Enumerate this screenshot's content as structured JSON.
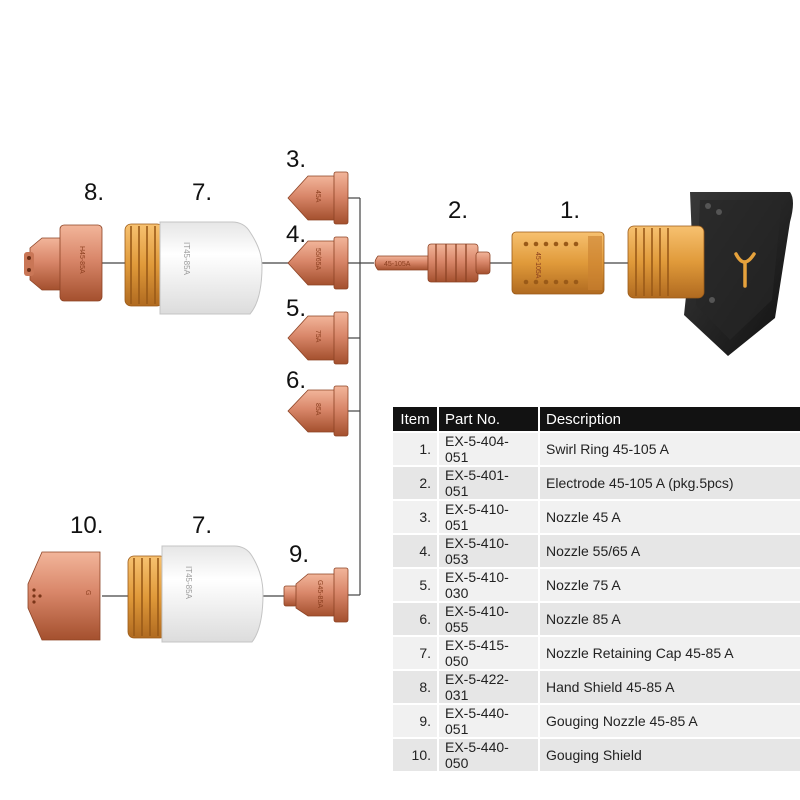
{
  "callouts": [
    "1.",
    "2.",
    "3.",
    "4.",
    "5.",
    "6.",
    "7.",
    "7.",
    "8.",
    "9.",
    "10."
  ],
  "engravings": {
    "hand_shield": "H45-85A",
    "retaining_cap_top": "IT45-85A",
    "retaining_cap_bottom": "IT45-85A",
    "nozzle_3": "45A",
    "nozzle_4": "55/65A",
    "nozzle_5": "75A",
    "nozzle_6": "85A",
    "electrode": "45-105A",
    "swirl_ring": "45-105A",
    "gouging_nozzle": "G45-85A",
    "gouging_shield": "G"
  },
  "table": {
    "headers": [
      "Item",
      "Part No.",
      "Description"
    ],
    "rows": [
      {
        "item": "1.",
        "part_no": "EX-5-404-051",
        "description": "Swirl Ring 45-105 A"
      },
      {
        "item": "2.",
        "part_no": "EX-5-401-051",
        "description": "Electrode 45-105 A (pkg.5pcs)"
      },
      {
        "item": "3.",
        "part_no": "EX-5-410-051",
        "description": "Nozzle 45 A"
      },
      {
        "item": "4.",
        "part_no": "EX-5-410-053",
        "description": "Nozzle 55/65 A"
      },
      {
        "item": "5.",
        "part_no": "EX-5-410-030",
        "description": "Nozzle 75 A"
      },
      {
        "item": "6.",
        "part_no": "EX-5-410-055",
        "description": "Nozzle 85 A"
      },
      {
        "item": "7.",
        "part_no": "EX-5-415-050",
        "description": "Nozzle Retaining Cap 45-85 A"
      },
      {
        "item": "8.",
        "part_no": "EX-5-422-031",
        "description": "Hand Shield 45-85 A"
      },
      {
        "item": "9.",
        "part_no": "EX-5-440-051",
        "description": "Gouging Nozzle 45-85 A"
      },
      {
        "item": "10.",
        "part_no": "EX-5-440-050",
        "description": "Gouging Shield"
      }
    ]
  },
  "colors": {
    "copper": "#d9876a",
    "copper_dark": "#a4502e",
    "brass": "#e09a3a",
    "ceramic": "#f7f7f7",
    "torch_body": "#1c1c1c",
    "table_header": "#121212"
  }
}
